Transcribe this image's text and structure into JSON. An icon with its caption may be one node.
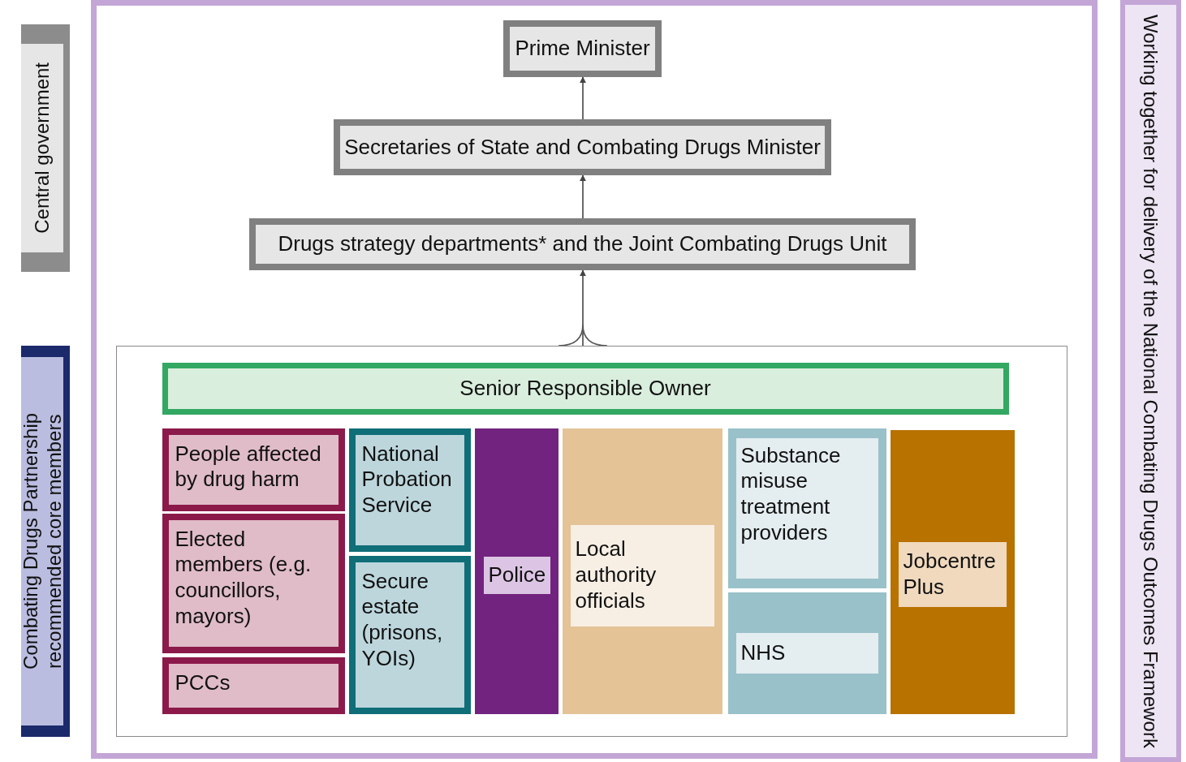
{
  "diagram": {
    "nodes": [
      {
        "text": [
          "Central government"
        ]
      },
      {
        "text": [
          "Combating Drugs Partnership recommended core members"
        ]
      },
      {
        "text": [
          "Working together for delivery of the National Combating Drugs Outcomes Framework"
        ]
      },
      {
        "text": [
          "Prime Minister"
        ]
      },
      {
        "text": [
          "Secretaries of State and Combating Drugs Minister"
        ]
      },
      {
        "text": [
          "Drugs strategy departments* and the Joint Combating Drugs Unit"
        ]
      },
      {
        "text": [],
        "shape": "box"
      },
      {
        "text": [
          "Senior Responsible Owner"
        ],
        "in": 6
      },
      {
        "text": [
          "People affected by drug harm"
        ],
        "in": 6
      },
      {
        "text": [
          "Elected members (e.g. councillors, mayors)"
        ],
        "in": 6
      },
      {
        "text": [
          "PCCs"
        ],
        "in": 6
      },
      {
        "text": [
          "National Probation Service"
        ],
        "in": 6
      },
      {
        "text": [
          "Secure estate (prisons, YOIs)"
        ],
        "in": 6
      },
      {
        "text": [
          "Police"
        ],
        "in": 6
      },
      {
        "text": [
          "Local authority officials"
        ],
        "in": 6
      },
      {
        "text": [
          "Substance misuse treatment providers"
        ],
        "in": 6
      },
      {
        "text": [
          "NHS"
        ],
        "in": 6
      },
      {
        "text": [
          "Jobcentre Plus"
        ],
        "in": 6
      }
    ],
    "edges": [
      {
        "from": 4,
        "to": 3,
        "arrow": "to"
      },
      {
        "from": 5,
        "to": 4,
        "arrow": "to"
      },
      {
        "from": 6,
        "to": 5,
        "arrow": "to"
      }
    ]
  }
}
